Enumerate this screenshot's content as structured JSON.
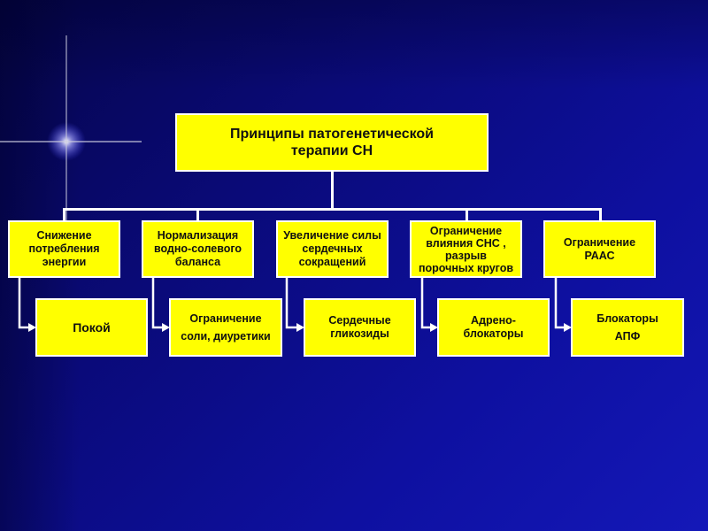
{
  "title": "Принципы патогенетической\nтерапии СН",
  "principles": [
    {
      "label": "Снижение\nпотребления\nэнергии",
      "therapy": "Покой"
    },
    {
      "label": "Нормализация\nводно-солевого\nбаланса",
      "therapy": "Ограничение\nсоли, диуретики"
    },
    {
      "label": "Увеличение силы\nсердечных\nсокращений",
      "therapy": "Сердечные\nгликозиды"
    },
    {
      "label": "Ограничение\nвлияния СНС ,\nразрыв\nпорочных кругов",
      "therapy": "Адрено-\nблокаторы"
    },
    {
      "label": "Ограничение\nРААС",
      "therapy": "Блокаторы\nАПФ"
    }
  ],
  "colors": {
    "box": "#ffff00",
    "background": "#0a0a78",
    "lines": "#ffffff"
  }
}
